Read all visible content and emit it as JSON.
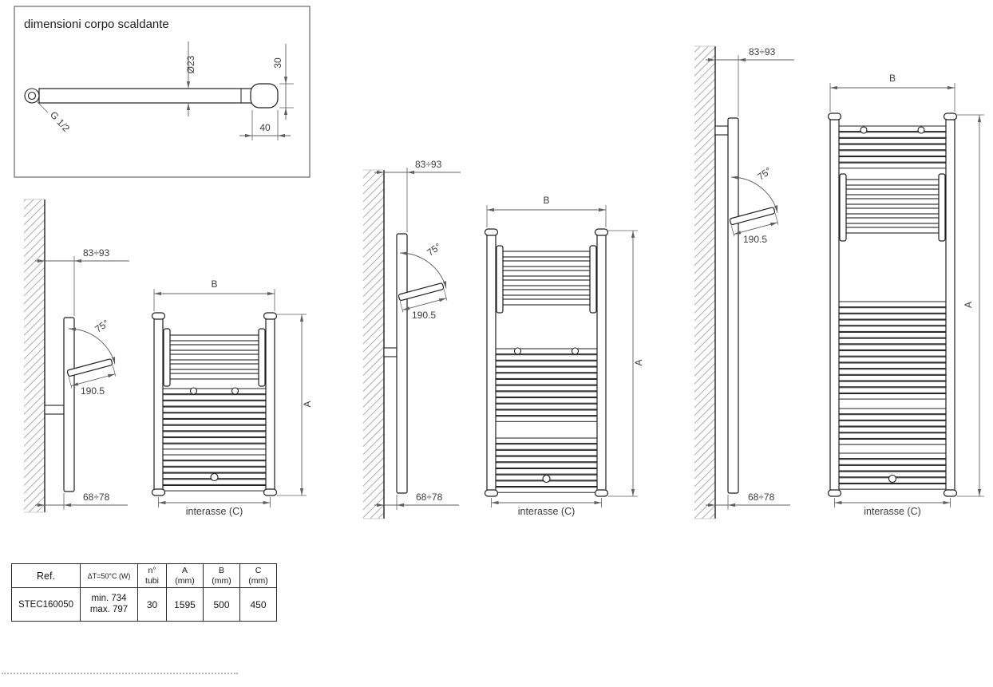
{
  "title_box": {
    "title": "dimensioni corpo scaldante"
  },
  "element_drawing": {
    "diameter": "Ø23",
    "end_height": "30",
    "end_length": "40",
    "thread": "G 1/2"
  },
  "radiators": [
    {
      "wall_distance_top": "83÷93",
      "tilt_angle": "75°",
      "bar_length": "190.5",
      "wall_distance_bottom": "68÷78",
      "width_label": "B",
      "height_label": "A",
      "axis_label": "interasse (C)"
    },
    {
      "wall_distance_top": "83÷93",
      "tilt_angle": "75°",
      "bar_length": "190.5",
      "wall_distance_bottom": "68÷78",
      "width_label": "B",
      "height_label": "A",
      "axis_label": "interasse (C)"
    },
    {
      "wall_distance_top": "83÷93",
      "tilt_angle": "75°",
      "bar_length": "190.5",
      "wall_distance_bottom": "68÷78",
      "width_label": "B",
      "height_label": "A",
      "axis_label": "interasse (C)"
    }
  ],
  "table": {
    "headers": [
      "Ref.",
      "ΔT=50°C (W)",
      "n°\ntubi",
      "A\n(mm)",
      "B\n(mm)",
      "C\n(mm)"
    ],
    "rows": [
      [
        "STEC160050",
        "min. 734\nmax. 797",
        "30",
        "1595",
        "500",
        "450"
      ]
    ]
  },
  "colors": {
    "line": "#1f1f1f",
    "dim": "#5f5f5f",
    "text": "#3c3c3c",
    "hatch": "#ababab"
  }
}
